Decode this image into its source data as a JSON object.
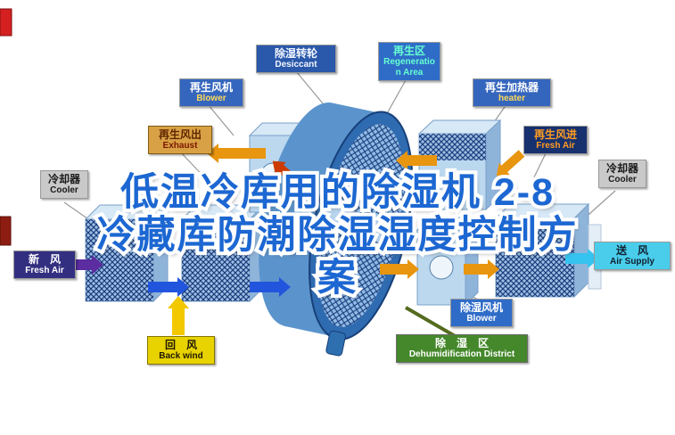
{
  "title": {
    "line1": "低温冷库用的除湿机 2-8",
    "line2": "冷藏库防潮除湿湿度控制方",
    "line3": "案",
    "color": "#1c67d2"
  },
  "labels": {
    "desiccant": {
      "zh": "除湿转轮",
      "en": "Desiccant"
    },
    "regen_area": {
      "zh": "再生区",
      "en": "Regeneration Area"
    },
    "regen_blower": {
      "zh": "再生风机",
      "en": "Blower"
    },
    "regen_heater": {
      "zh": "再生加热器",
      "en": "heater"
    },
    "regen_out": {
      "zh": "再生风出",
      "en": "Exhaust"
    },
    "regen_in": {
      "zh": "再生风进",
      "en": "Fresh Air"
    },
    "cooler_left": {
      "zh": "冷却器",
      "en": "Cooler"
    },
    "cooler_right": {
      "zh": "冷却器",
      "en": "Cooler"
    },
    "fresh_air": {
      "zh": "新　风",
      "en": "Fresh Air"
    },
    "air_supply": {
      "zh": "送　风",
      "en": "Air Supply"
    },
    "back_wind": {
      "zh": "回　风",
      "en": "Back wind"
    },
    "dehumid_blower": {
      "zh": "除湿风机",
      "en": "Blower"
    },
    "dehumid_district": {
      "zh": "除　湿　区",
      "en": "Dehumidification District"
    }
  },
  "colors": {
    "title_blue": "#1c67d2",
    "wheel_blue": "#2f6bb0",
    "arrow_orange": "#e8950f",
    "arrow_blue": "#2255dd",
    "arrow_purple": "#5b2da0",
    "arrow_yellow": "#f2c800",
    "arrow_cyan": "#35c3ef"
  }
}
